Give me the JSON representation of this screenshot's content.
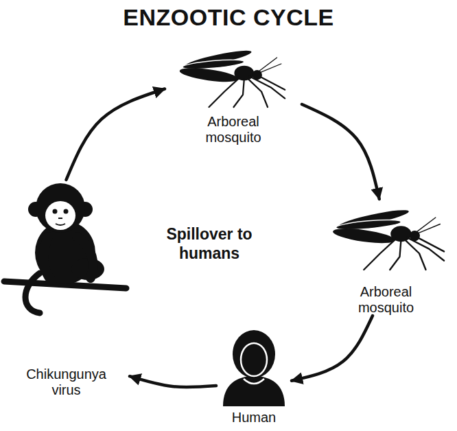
{
  "diagram": {
    "title": "ENZOOTIC CYCLE",
    "nodes": [
      {
        "text": [
          "Arboreal mosquito"
        ]
      },
      {
        "text": [
          "Arboreal mosquito"
        ]
      },
      {
        "text": [
          "Chikungunya virus"
        ]
      },
      {
        "text": [
          "Human"
        ]
      }
    ],
    "edges": [
      {
        "from": 2,
        "to": 0,
        "arrow": "to"
      },
      {
        "from": 0,
        "to": 1,
        "arrow": "to"
      },
      {
        "from": 1,
        "to": 3,
        "arrow": "to"
      },
      {
        "from": 3,
        "to": 2,
        "arrow": "to"
      }
    ],
    "labels": [
      "Spillover to humans"
    ]
  }
}
